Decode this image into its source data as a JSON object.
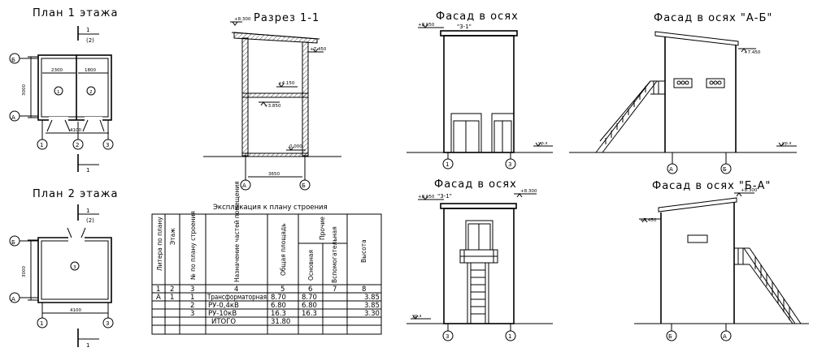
{
  "titles": {
    "plan1": "План 1 этажа",
    "plan2": "План 2 этажа",
    "section": "Разрез 1-1",
    "facade1": "Фасад в осях",
    "facade1_sub": "\"3-1\"",
    "facade2": "Фасад в осях \"А-Б\"",
    "facade3": "Фасад в осях",
    "facade3_sub": "\"3-1\"",
    "facade4": "Фасад в осях \"Б-А\""
  },
  "axes": {
    "a": "А",
    "b": "Б",
    "n1": "1",
    "n2": "2",
    "n3": "3"
  },
  "section_mark": {
    "n": "1",
    "sheet": "(2)"
  },
  "plan1": {
    "dim_left": "3000",
    "dim_room1": "2300",
    "dim_room2": "1800",
    "dim_total": "4100",
    "room1": "1",
    "room2": "2"
  },
  "plan2": {
    "dim_left": "3000",
    "dim_total": "4100",
    "room3": "3"
  },
  "section": {
    "lvl_top": "+8.300",
    "lvl_eave": "+7.450",
    "lvl_floor2": "+4.150",
    "lvl_beam": "+3.850",
    "lvl_ground": "0.000",
    "dim_width": "3650"
  },
  "facade1": {
    "lvl_top": "+8.050",
    "lvl_ground": "ур.з"
  },
  "facade2": {
    "lvl_eave": "+7.450",
    "lvl_ground": "ур.з"
  },
  "facade3": {
    "lvl_left": "+8.050",
    "lvl_right": "+8.300",
    "lvl_ground": "ур.з"
  },
  "facade4": {
    "lvl_left": "+7.450",
    "lvl_right": "+8.300"
  },
  "table": {
    "title": "Экспликация к плану строения",
    "headers": {
      "litera": "Литера по плану",
      "etazh": "Этаж",
      "nomer": "№ по плану строения",
      "naznach": "Назначение частей помещения",
      "obshaya": "Общая площадь",
      "prochie": "Прочие",
      "osnovnaya": "Основная",
      "vspom": "Вспомогательная",
      "vysota": "Высота"
    },
    "col_numbers": [
      "1",
      "2",
      "3",
      "4",
      "5",
      "6",
      "7",
      "8"
    ],
    "rows": [
      {
        "c1": "А",
        "c2": "1",
        "c3": "1",
        "c4": "Трансформаторная",
        "c5": "8.70",
        "c6": "8.70",
        "c7": "",
        "c8": "3.85"
      },
      {
        "c1": "",
        "c2": "",
        "c3": "2",
        "c4": "РУ-0,4кВ",
        "c5": "6.80",
        "c6": "6.80",
        "c7": "",
        "c8": "3.85"
      },
      {
        "c1": "",
        "c2": "",
        "c3": "3",
        "c4": "РУ-10кВ",
        "c5": "16.3",
        "c6": "16.3",
        "c7": "",
        "c8": "3.30"
      },
      {
        "c1": "",
        "c2": "",
        "c3": "",
        "c4": "ИТОГО",
        "c5": "31.80",
        "c6": "",
        "c7": "",
        "c8": ""
      }
    ]
  }
}
